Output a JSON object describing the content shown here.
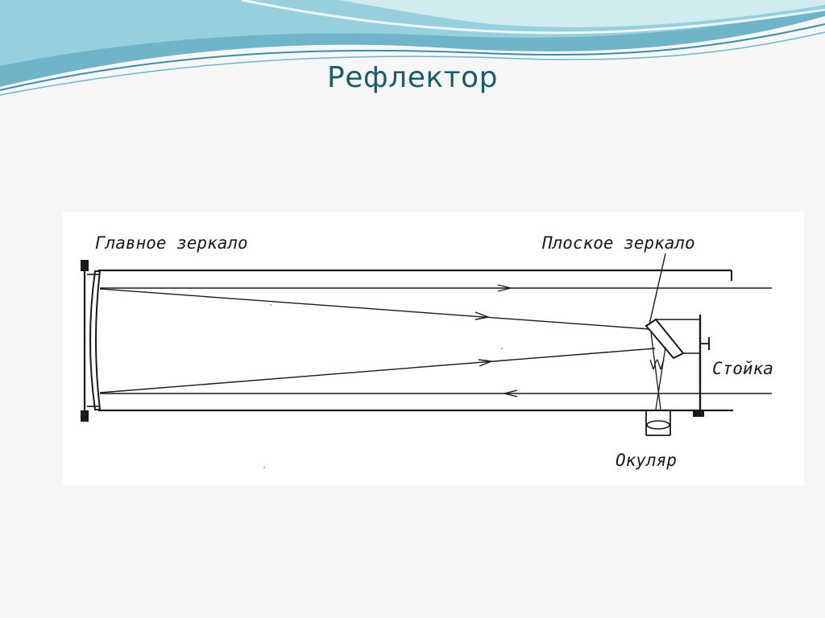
{
  "slide": {
    "title": "Рефлектор"
  },
  "diagram": {
    "labels": {
      "main_mirror": "Главное зеркало",
      "flat_mirror": "Плоское зеркало",
      "stand": "Стойка",
      "eyepiece": "Окуляр"
    }
  },
  "colors": {
    "title": "#1d5c6b",
    "wave_dark": "#5aa7bd",
    "wave_light": "#a8d8e3",
    "background": "#f6f6f6",
    "ink": "#1a1a1a"
  }
}
